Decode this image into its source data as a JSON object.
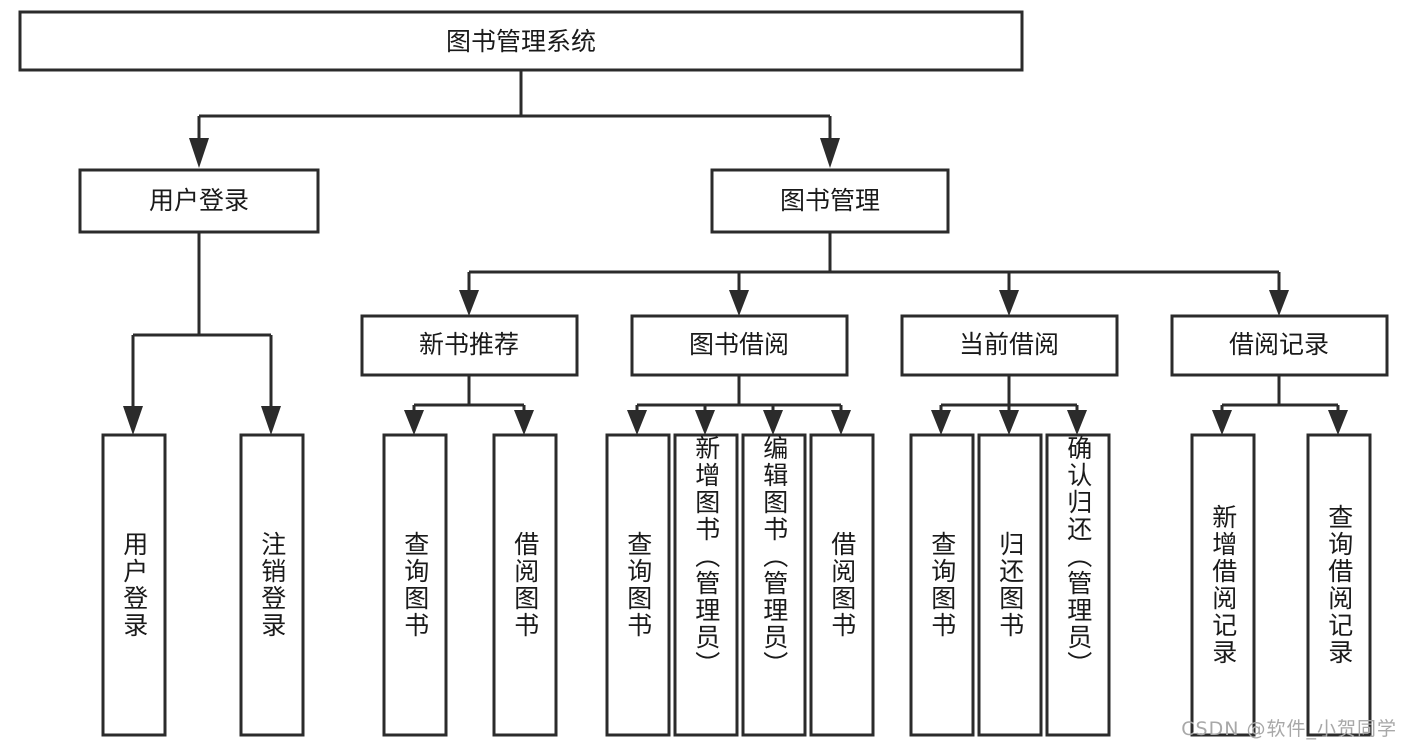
{
  "diagram": {
    "type": "tree-hierarchy",
    "title": "图书管理系统",
    "watermark": "CSDN @软件_小贺同学",
    "colors": {
      "stroke": "#2b2b2b",
      "fill": "#ffffff",
      "text": "#1a1a1a",
      "watermark": "#a8a8a8"
    },
    "root": {
      "id": "root",
      "label": "图书管理系统"
    },
    "level2": [
      {
        "id": "user-login",
        "label": "用户登录"
      },
      {
        "id": "book-manage",
        "label": "图书管理"
      }
    ],
    "level3": [
      {
        "id": "new-book-recommend",
        "label": "新书推荐",
        "parent": "book-manage"
      },
      {
        "id": "book-borrow",
        "label": "图书借阅",
        "parent": "book-manage"
      },
      {
        "id": "current-borrow",
        "label": "当前借阅",
        "parent": "book-manage"
      },
      {
        "id": "borrow-record",
        "label": "借阅记录",
        "parent": "book-manage"
      }
    ],
    "leaves": [
      {
        "id": "leaf-user-login",
        "label": "用户登录",
        "parent": "user-login"
      },
      {
        "id": "leaf-logout-login",
        "label": "注销登录",
        "parent": "user-login"
      },
      {
        "id": "leaf-query-book-1",
        "label": "查询图书",
        "parent": "new-book-recommend"
      },
      {
        "id": "leaf-borrow-book-1",
        "label": "借阅图书",
        "parent": "new-book-recommend"
      },
      {
        "id": "leaf-query-book-2",
        "label": "查询图书",
        "parent": "book-borrow"
      },
      {
        "id": "leaf-add-book",
        "label": "新增图书（管理员）",
        "parent": "book-borrow"
      },
      {
        "id": "leaf-edit-book",
        "label": "编辑图书（管理员）",
        "parent": "book-borrow"
      },
      {
        "id": "leaf-borrow-book-2",
        "label": "借阅图书",
        "parent": "book-borrow"
      },
      {
        "id": "leaf-query-book-3",
        "label": "查询图书",
        "parent": "current-borrow"
      },
      {
        "id": "leaf-return-book",
        "label": "归还图书",
        "parent": "current-borrow"
      },
      {
        "id": "leaf-confirm-return",
        "label": "确认归还（管理员）",
        "parent": "current-borrow"
      },
      {
        "id": "leaf-add-record",
        "label": "新增借阅记录",
        "parent": "borrow-record"
      },
      {
        "id": "leaf-query-record",
        "label": "查询借阅记录",
        "parent": "borrow-record"
      }
    ]
  }
}
